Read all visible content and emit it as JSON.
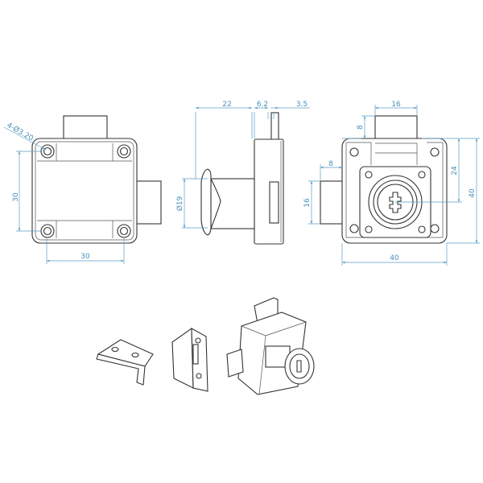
{
  "colors": {
    "dimension": "#5b9ec4",
    "outline": "#333333"
  },
  "front_view": {
    "holes_label": "4-Ø3.20",
    "height_label": "30",
    "width_label": "30"
  },
  "side_view": {
    "depth_label": "22",
    "body_label": "6.2",
    "pin_label": "3.5",
    "diameter_label": "Ø19"
  },
  "back_view": {
    "top_bolt_width": "16",
    "top_bolt_height": "8",
    "side_bolt_length": "8",
    "side_bolt_height": "16",
    "center_height": "24",
    "total_height": "40",
    "total_width": "40"
  }
}
